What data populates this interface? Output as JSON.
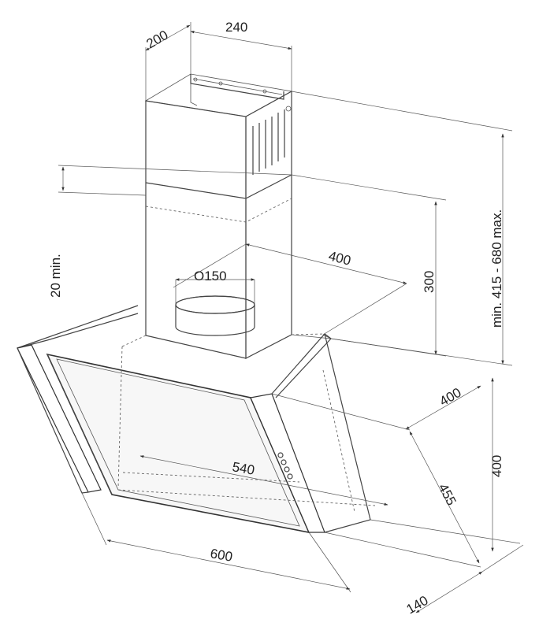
{
  "dimensions": {
    "chimney_depth": "200",
    "chimney_width": "240",
    "chimney_height_range": "min. 415 - 680 max.",
    "overlap_min": "20 min.",
    "duct_diameter": "O150",
    "chimney_section_depth": "400",
    "chimney_section_height": "300",
    "hood_depth": "400",
    "hood_height": "400",
    "glass_slant": "455",
    "filter_width": "540",
    "hood_width": "600",
    "bottom_depth": "140"
  }
}
